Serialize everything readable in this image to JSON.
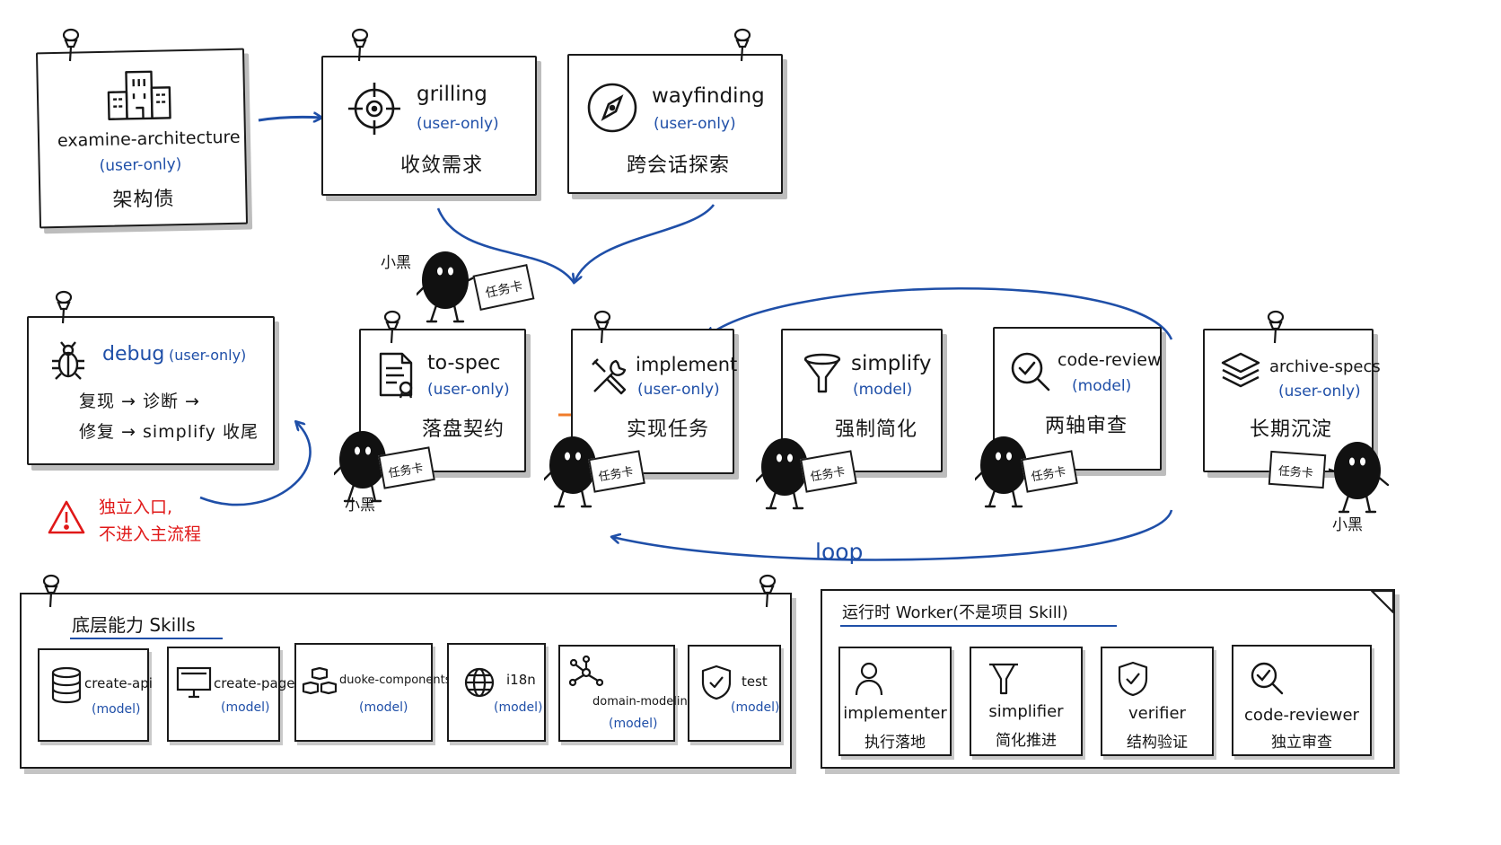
{
  "colors": {
    "ink": "#161616",
    "blue": "#1f4fa8",
    "orange": "#f07c2a",
    "red": "#e01818"
  },
  "top_cards": {
    "examine": {
      "name": "examine-architecture",
      "tag": "(user-only)",
      "zh": "架构债",
      "icon": "building-icon"
    },
    "grilling": {
      "name": "grilling",
      "tag": "(user-only)",
      "zh": "收敛需求",
      "icon": "crosshair-icon"
    },
    "wayfinding": {
      "name": "wayfinding",
      "tag": "(user-only)",
      "zh": "跨会话探索",
      "icon": "compass-icon"
    }
  },
  "debug_card": {
    "name": "debug",
    "tag": "(user-only)",
    "line1": "复现 → 诊断 →",
    "line2": "修复 → simplify 收尾",
    "icon": "bug-icon"
  },
  "warning": {
    "line1": "独立入口,",
    "line2": "不进入主流程",
    "icon": "warning-icon"
  },
  "pipeline": [
    {
      "name": "to-spec",
      "tag": "(user-only)",
      "zh": "落盘契约",
      "icon": "document-icon"
    },
    {
      "name": "implement",
      "tag": "(user-only)",
      "zh": "实现任务",
      "icon": "tools-icon"
    },
    {
      "name": "simplify",
      "tag": "(model)",
      "zh": "强制简化",
      "icon": "funnel-icon"
    },
    {
      "name": "code-review",
      "tag": "(model)",
      "zh": "两轴审查",
      "icon": "magnifier-check-icon"
    },
    {
      "name": "archive-specs",
      "tag": "(user-only)",
      "zh": "长期沉淀",
      "icon": "layers-icon"
    }
  ],
  "characters": {
    "name": "小黑",
    "card": "任务卡"
  },
  "loop_label": "loop",
  "skills_panel": {
    "title": "底层能力 Skills",
    "items": [
      {
        "name": "create-api",
        "tag": "(model)",
        "icon": "database-icon"
      },
      {
        "name": "create-page",
        "tag": "(model)",
        "icon": "monitor-icon"
      },
      {
        "name": "duoke-components",
        "tag": "(model)",
        "icon": "cubes-icon"
      },
      {
        "name": "i18n",
        "tag": "(model)",
        "icon": "globe-icon"
      },
      {
        "name": "domain-modeling",
        "tag": "(model)",
        "icon": "nodes-icon"
      },
      {
        "name": "test",
        "tag": "(model)",
        "icon": "shield-check-icon"
      }
    ]
  },
  "worker_panel": {
    "title": "运行时 Worker(不是项目 Skill)",
    "items": [
      {
        "name": "implementer",
        "zh": "执行落地",
        "icon": "person-icon"
      },
      {
        "name": "simplifier",
        "zh": "简化推进",
        "icon": "funnel-icon"
      },
      {
        "name": "verifier",
        "zh": "结构验证",
        "icon": "shield-check-icon"
      },
      {
        "name": "code-reviewer",
        "zh": "独立审查",
        "icon": "magnifier-check-icon"
      }
    ]
  }
}
